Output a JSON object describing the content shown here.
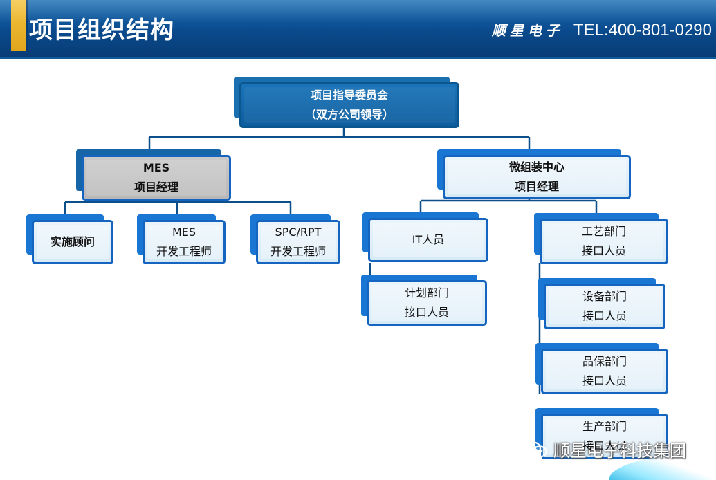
{
  "header": {
    "title": "项目组织结构",
    "brand_cn": "顺星电子",
    "tel": "TEL:400-801-0290"
  },
  "org": {
    "steering": {
      "line1": "项目指导委员会",
      "line2": "（双方公司领导）"
    },
    "mes_pm": {
      "line1": "MES",
      "line2": "项目经理"
    },
    "micro_center": {
      "line1": "微组装中心",
      "line2": "项目经理"
    },
    "consultant": {
      "line1": "实施顾问"
    },
    "mes_dev": {
      "line1": "MES",
      "line2": "开发工程师"
    },
    "spc_dev": {
      "line1": "SPC/RPT",
      "line2": "开发工程师"
    },
    "it": {
      "line1": "IT人员"
    },
    "planning": {
      "line1": "计划部门",
      "line2": "接口人员"
    },
    "process": {
      "line1": "工艺部门",
      "line2": "接口人员"
    },
    "equipment": {
      "line1": "设备部门",
      "line2": "接口人员"
    },
    "quality": {
      "line1": "品保部门",
      "line2": "接口人员"
    },
    "production": {
      "line1": "生产部门",
      "line2": "接口人员"
    }
  },
  "watermark": {
    "text": "顺星电子科技集团",
    "icon": "wechat-icon"
  },
  "colors": {
    "header_blue": "#0a4a8c",
    "accent_gold": "#f4c542",
    "node_border": "#1565c0",
    "node_shadow": "#1976d2",
    "node_fill": "#e3f0f9"
  }
}
